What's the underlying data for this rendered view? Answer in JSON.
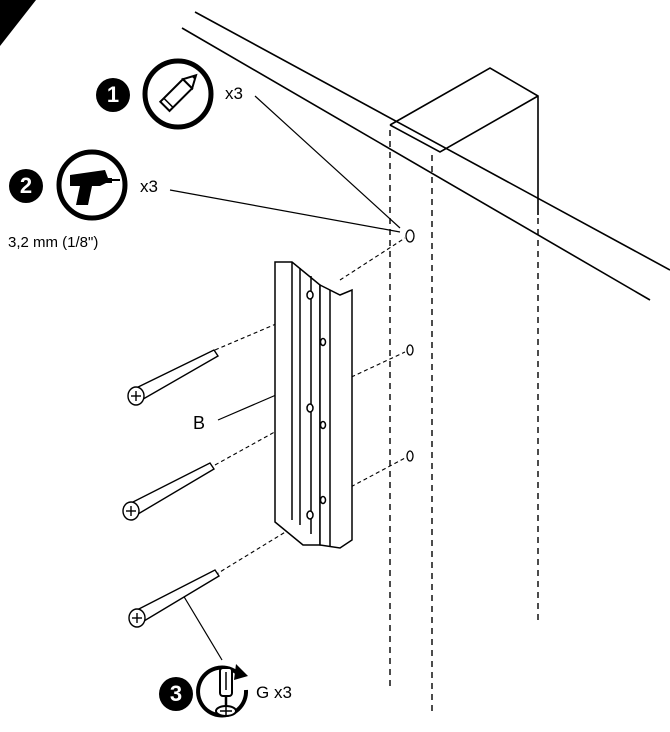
{
  "steps": [
    {
      "number": "1",
      "icon": "pencil-icon",
      "quantity": "x3"
    },
    {
      "number": "2",
      "icon": "drill-icon",
      "quantity": "x3",
      "drill_size": "3,2 mm (1/8\")"
    },
    {
      "number": "3",
      "icon": "screwdriver-icon",
      "quantity": "G x3"
    }
  ],
  "part_label": "B",
  "colors": {
    "line": "#000000",
    "badge": "#000000",
    "background": "#ffffff"
  }
}
